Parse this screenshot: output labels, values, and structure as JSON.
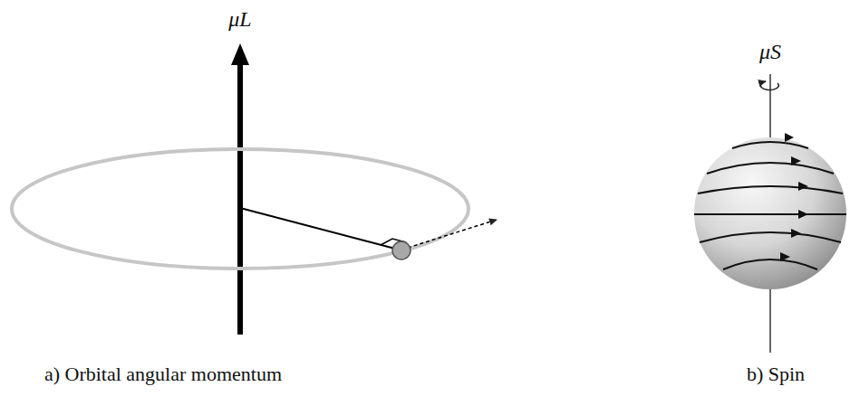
{
  "diagram": {
    "labels": [
      "μL",
      "μS",
      "a) Orbital angular momentum",
      "b) Spin"
    ]
  }
}
